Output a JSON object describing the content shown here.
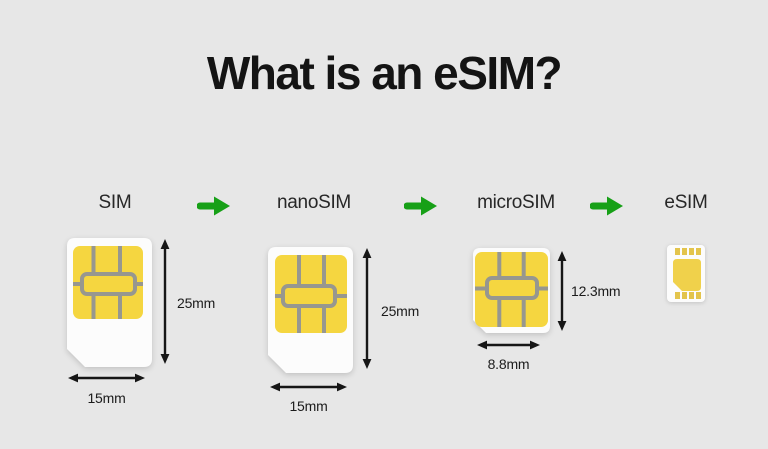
{
  "title": "What is an eSIM?",
  "colors": {
    "background": "#e7e7e7",
    "card_white": "#fcfcfc",
    "pad_yellow": "#f5d640",
    "pad_line_gray": "#97978f",
    "arrow_green": "#17a017",
    "text_dark": "#141414",
    "dim_black": "#161616",
    "esim_pin_gold": "#e3c44c",
    "esim_body_gold": "#f0d14b"
  },
  "items": [
    {
      "id": "sim",
      "label": "SIM",
      "height": "25mm",
      "width": "15mm"
    },
    {
      "id": "nanosim",
      "label": "nanoSIM",
      "height": "25mm",
      "width": "15mm"
    },
    {
      "id": "microsim",
      "label": "microSIM",
      "height": "12.3mm",
      "width": "8.8mm"
    },
    {
      "id": "esim",
      "label": "eSIM"
    }
  ]
}
